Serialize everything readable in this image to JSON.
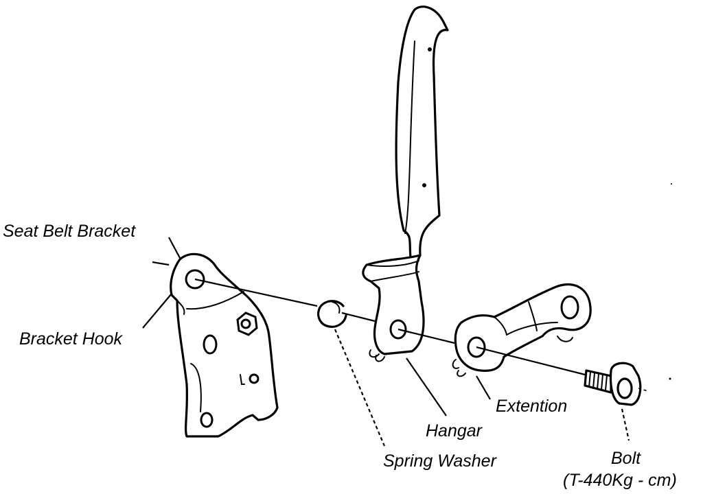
{
  "labels": {
    "seat_belt_bracket": "Seat Belt Bracket",
    "bracket_hook": "Bracket Hook",
    "spring_washer": "Spring Washer",
    "hangar": "Hangar",
    "extention": "Extention",
    "bolt": "Bolt",
    "bolt_torque": "(T-440Kg - cm)"
  }
}
